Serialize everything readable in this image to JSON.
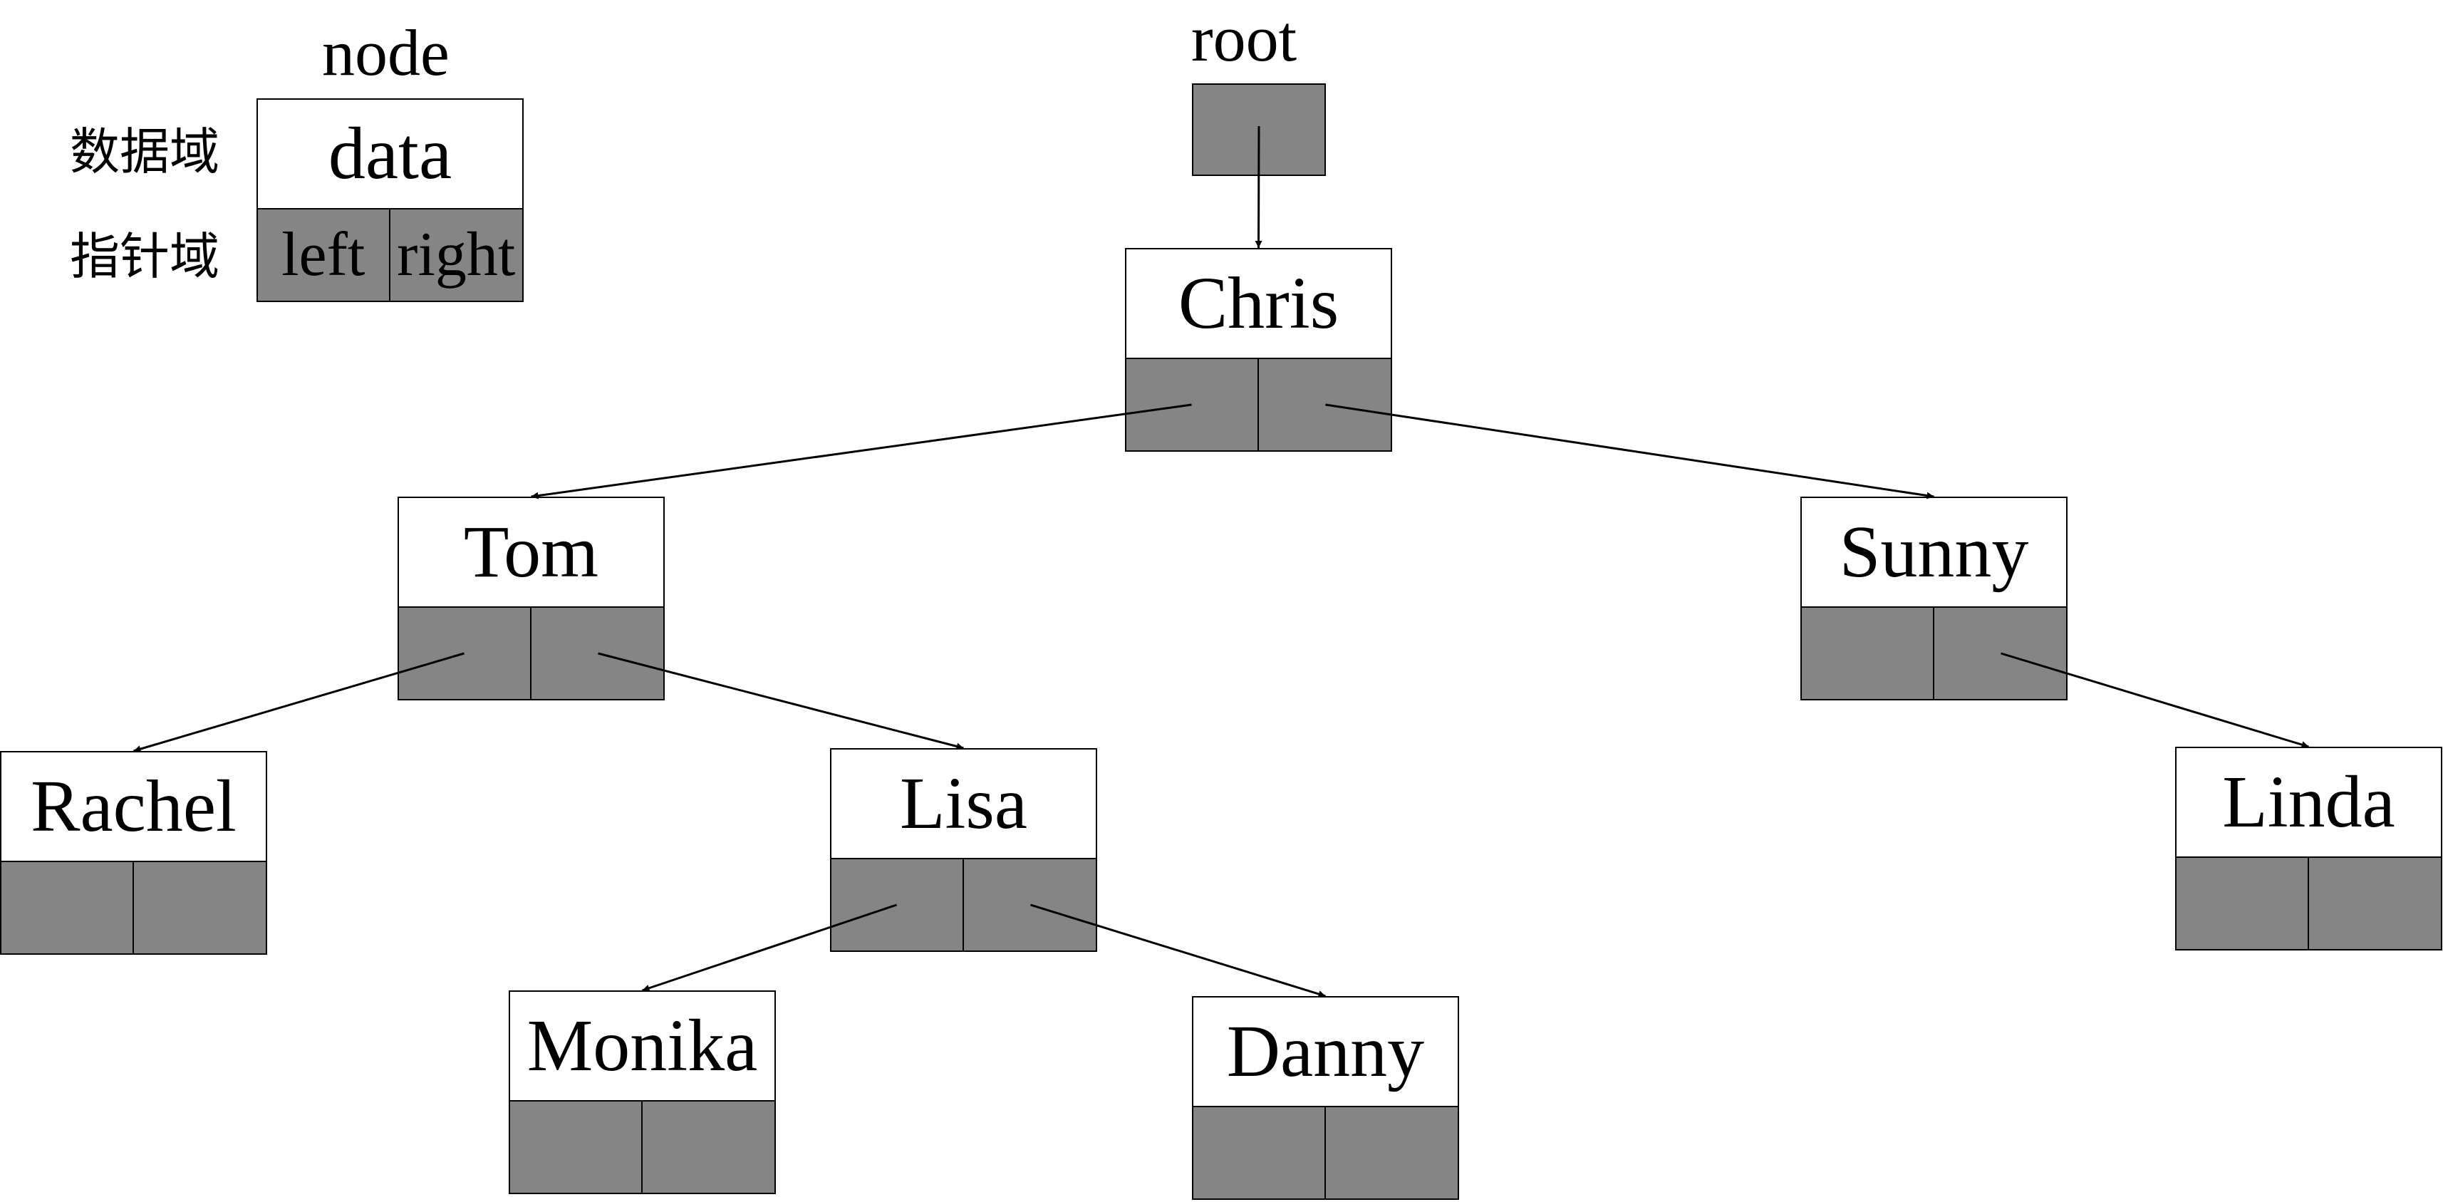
{
  "legend": {
    "title": "node",
    "data_field_label": "数据域",
    "pointer_field_label": "指针域",
    "data_text": "data",
    "left_text": "left",
    "right_text": "right"
  },
  "root": {
    "label": "root"
  },
  "nodes": {
    "chris": "Chris",
    "tom": "Tom",
    "sunny": "Sunny",
    "rachel": "Rachel",
    "lisa": "Lisa",
    "linda": "Linda",
    "monika": "Monika",
    "danny": "Danny"
  },
  "edges": [
    [
      "root",
      "chris"
    ],
    [
      "chris",
      "tom"
    ],
    [
      "chris",
      "sunny"
    ],
    [
      "tom",
      "rachel"
    ],
    [
      "tom",
      "lisa"
    ],
    [
      "sunny",
      "linda"
    ],
    [
      "lisa",
      "monika"
    ],
    [
      "lisa",
      "danny"
    ]
  ],
  "colors": {
    "pointer_fill": "#858585",
    "stroke": "#000000",
    "background": "#ffffff"
  }
}
